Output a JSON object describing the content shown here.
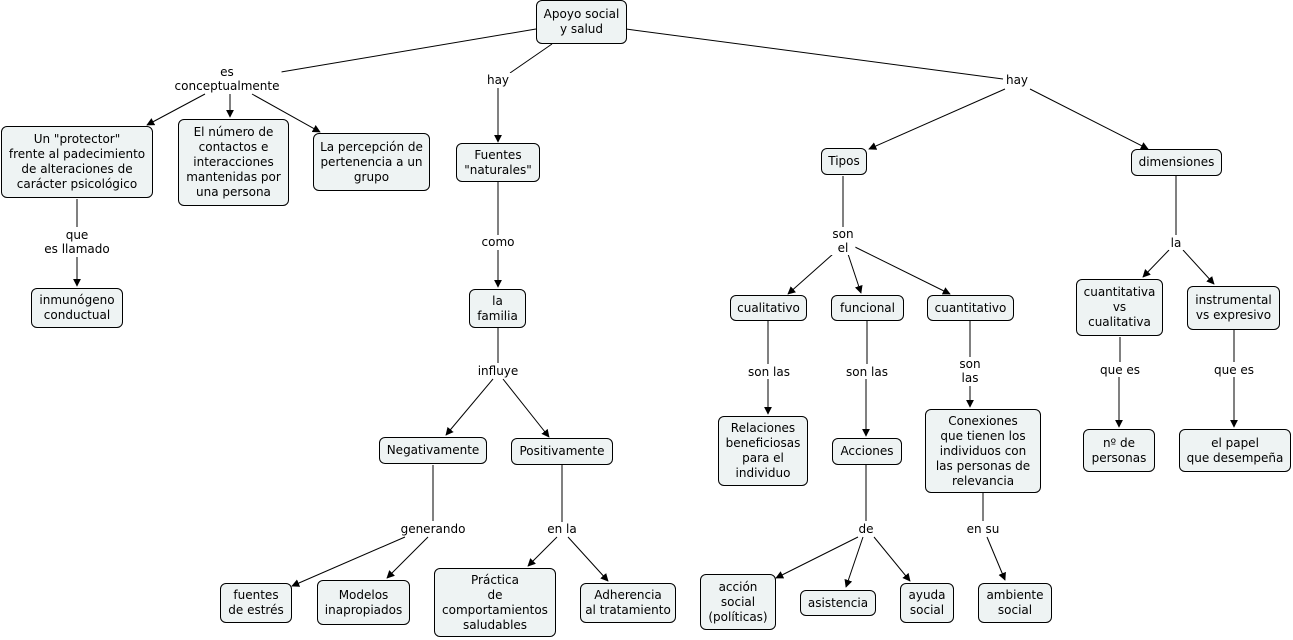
{
  "nodes": {
    "root": "Apoyo social\ny salud",
    "protector": "Un \"protector\"\nfrente al padecimiento\nde alteraciones de\ncarácter psicológico",
    "numero": "El número de\ncontactos e\ninteracciones\nmantenidas por\nuna persona",
    "percepcion": "La percepción de\npertenencia a un\ngrupo",
    "inmunogeno": "inmunógeno\nconductual",
    "fuentes_naturales": "Fuentes\n\"naturales\"",
    "familia": "la\nfamilia",
    "negativamente": "Negativamente",
    "positivamente": "Positivamente",
    "estres": "fuentes\nde estrés",
    "modelos": "Modelos\ninapropiados",
    "practica": "Práctica\nde\ncomportamientos\nsaludables",
    "adherencia": "Adherencia\nal tratamiento",
    "tipos": "Tipos",
    "cualitativo": "cualitativo",
    "funcional": "funcional",
    "cuantitativo": "cuantitativo",
    "relaciones": "Relaciones\nbeneficiosas\npara el\nindividuo",
    "acciones": "Acciones",
    "conexiones": "Conexiones\nque tienen los\nindividuos con\nlas personas de\nrelevancia",
    "accion_social": "acción\nsocial\n(políticas)",
    "asistencia": "asistencia",
    "ayuda_social": "ayuda\nsocial",
    "ambiente_social": "ambiente\nsocial",
    "dimensiones": "dimensiones",
    "cuant_vs_cual": "cuantitativa\nvs\ncualitativa",
    "instrumental": "instrumental\nvs expresivo",
    "n_personas": "nº de\npersonas",
    "papel": "el papel\nque desempeña"
  },
  "links": {
    "es_conceptualmente": "es\nconceptualmente",
    "hay_left": "hay",
    "hay_right": "hay",
    "que_es_llamado": "que\nes llamado",
    "como": "como",
    "influye": "influye",
    "generando": "generando",
    "en_la": "en la",
    "son_el": "son\nel",
    "son_las_1": "son las",
    "son_las_2": "son las",
    "son_las_3": "son\nlas",
    "de": "de",
    "en_su": "en su",
    "la": "la",
    "que_es_1": "que es",
    "que_es_2": "que es"
  }
}
